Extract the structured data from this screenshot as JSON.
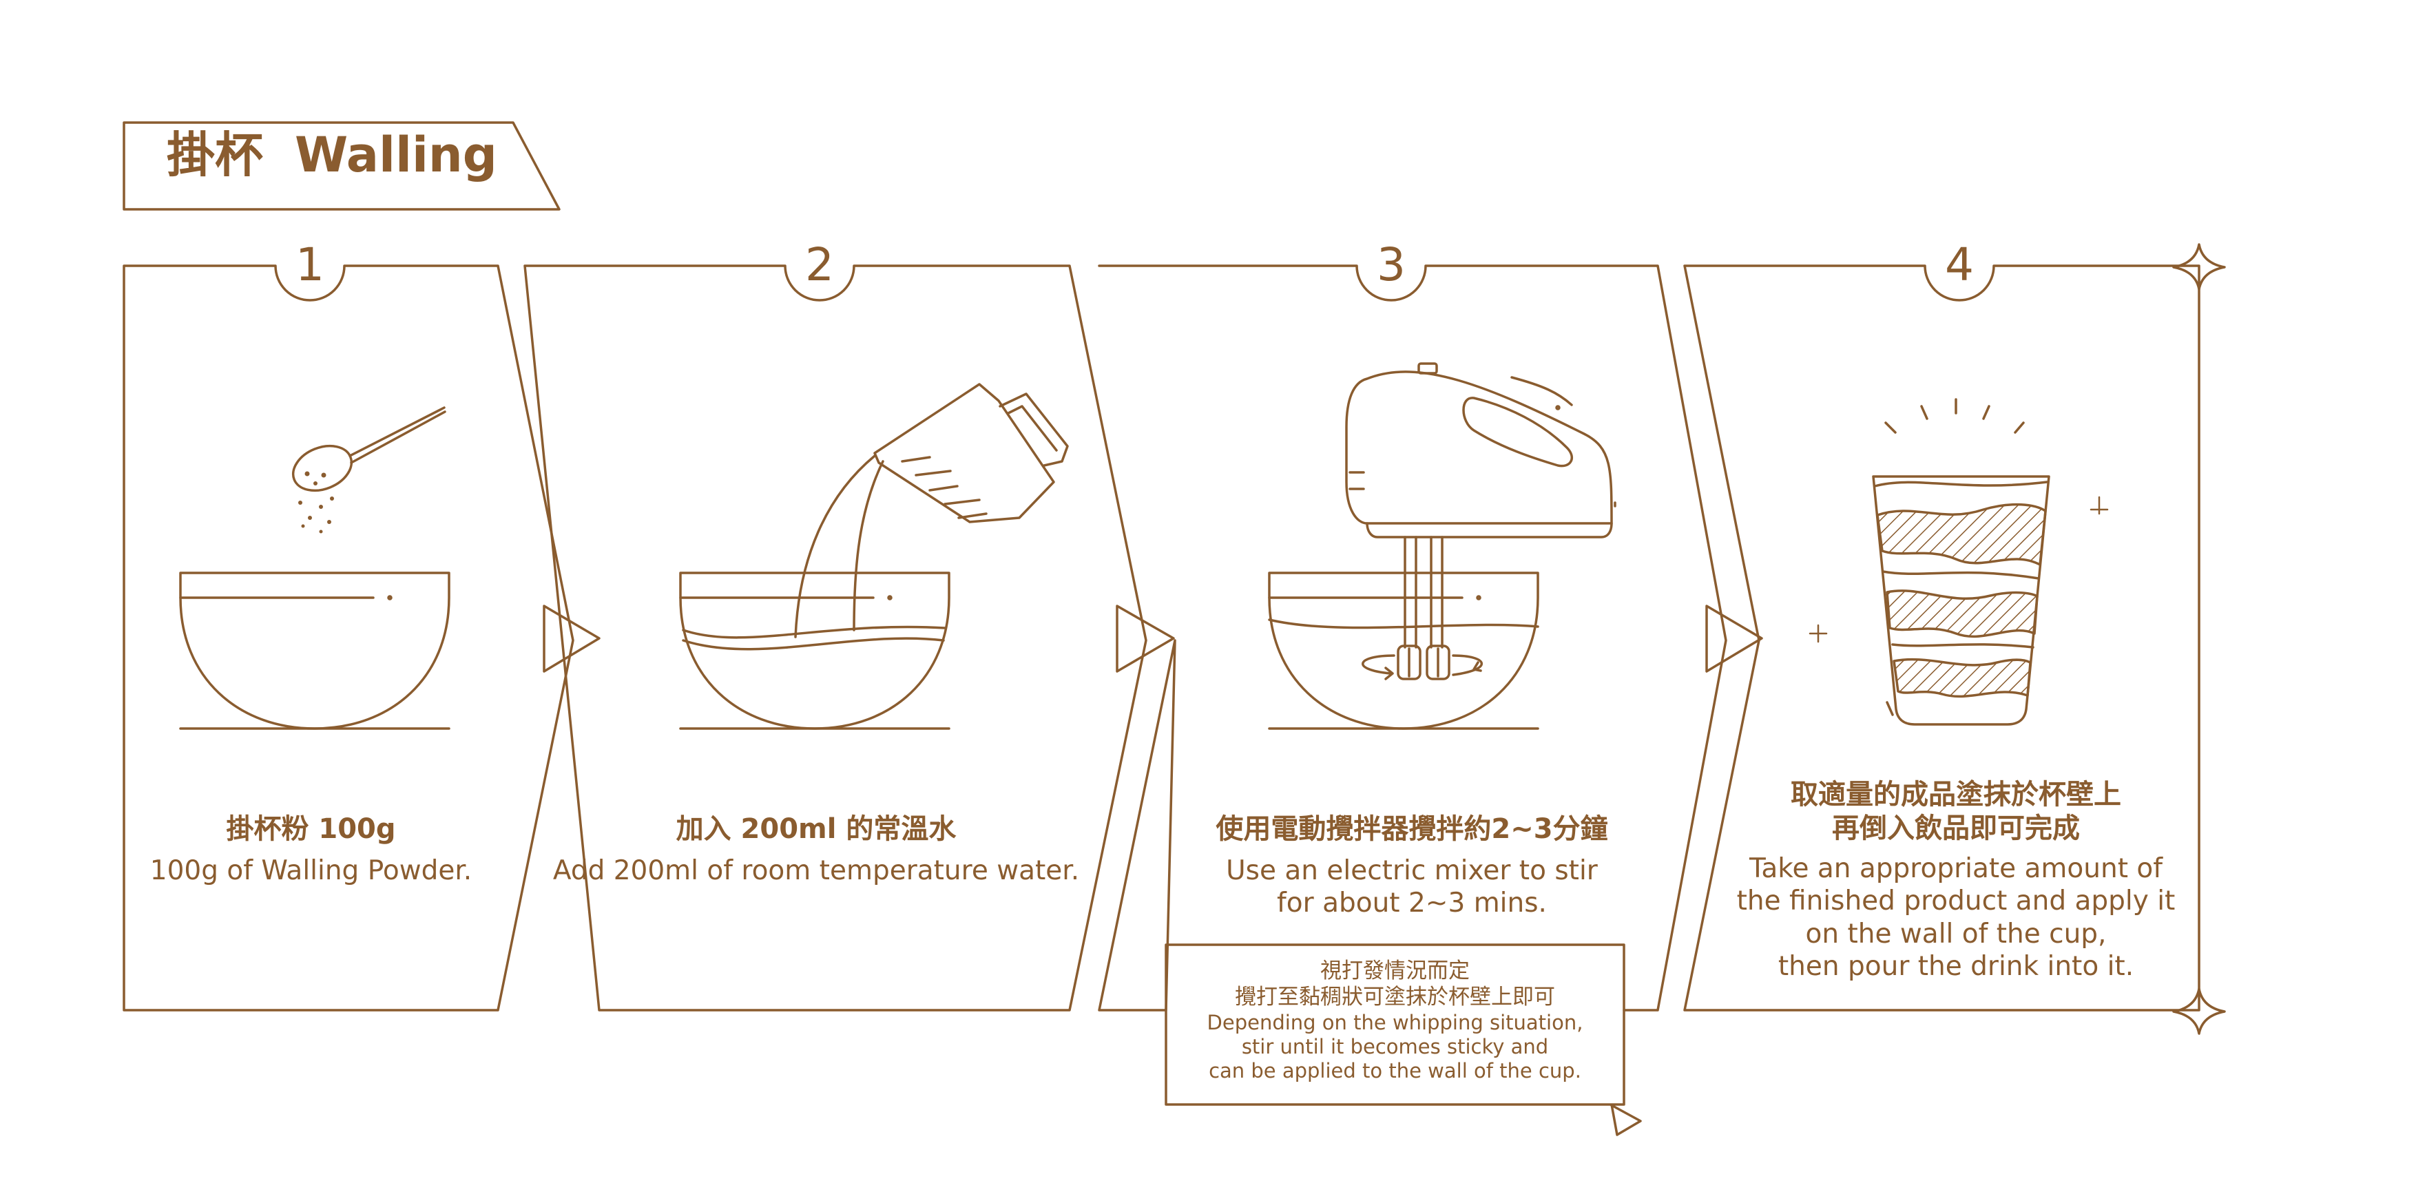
{
  "title": {
    "zh": "掛杯",
    "en": "Walling"
  },
  "steps": [
    {
      "number": "1",
      "zh": [
        "掛杯粉 100g"
      ],
      "en": [
        "100g of Walling Powder."
      ],
      "icon": "spoon-bowl-icon"
    },
    {
      "number": "2",
      "zh": [
        "加入 200ml 的常溫水"
      ],
      "en": [
        "Add 200ml of room temperature water."
      ],
      "icon": "pouring-jug-icon"
    },
    {
      "number": "3",
      "zh": [
        "使用電動攪拌器攪拌約2~3分鐘"
      ],
      "en": [
        "Use an electric mixer to stir",
        "for about 2~3 mins."
      ],
      "icon": "electric-mixer-icon"
    },
    {
      "number": "4",
      "zh": [
        "取適量的成品塗抹於杯壁上",
        "再倒入飲品即可完成"
      ],
      "en": [
        "Take an appropriate amount of",
        "the finished product and apply it",
        "on the wall of the cup,",
        "then pour the drink into it."
      ],
      "icon": "coated-cup-icon"
    }
  ],
  "note": {
    "zh": [
      "視打發情況而定",
      "攪打至黏稠狀可塗抹於杯壁上即可"
    ],
    "en": [
      "Depending on the whipping situation,",
      "stir until it becomes sticky and",
      "can be applied to the wall of the cup."
    ]
  },
  "colors": {
    "line": "#8a5c2f",
    "background": "#ffffff"
  }
}
